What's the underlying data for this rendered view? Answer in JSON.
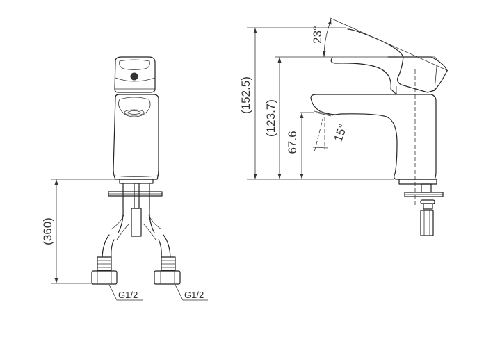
{
  "drawing": {
    "front_view": {
      "height_dimension": "(360)",
      "connection_left": "G1/2",
      "connection_right": "G1/2"
    },
    "side_view": {
      "total_height": "(152.5)",
      "body_height": "(123.7)",
      "spout_height": "67.6",
      "lever_angle": "23°",
      "spray_angle": "15°"
    }
  }
}
